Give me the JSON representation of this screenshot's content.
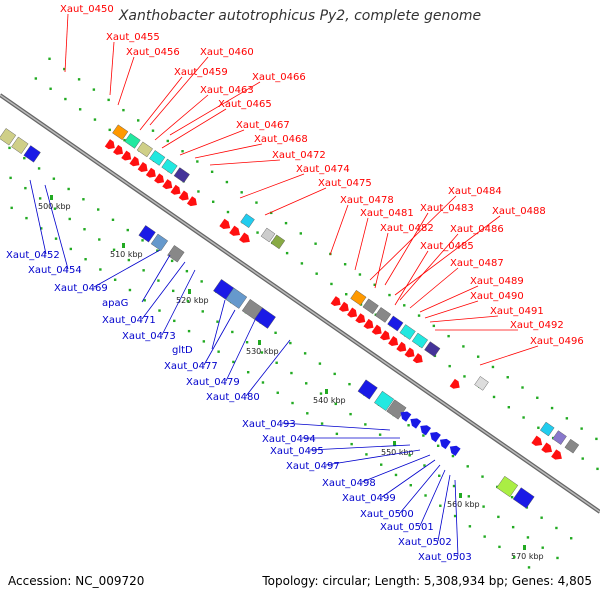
{
  "title": "Xanthobacter autotrophicus Py2, complete genome",
  "footer": {
    "accession": "Accession: NC_009720",
    "summary": "Topology: circular; Length: 5,308,934 bp; Genes: 4,805"
  },
  "colors": {
    "forward_label": "#ff0000",
    "reverse_label": "#0000cc",
    "backbone": "#888888",
    "tick": "#22aa22"
  },
  "ticks": [
    "500 kbp",
    "510 kbp",
    "520 kbp",
    "530 kbp",
    "540 kbp",
    "550 kbp",
    "560 kbp",
    "570 kbp"
  ],
  "forward_labels": [
    "Xaut_0450",
    "Xaut_0455",
    "Xaut_0456",
    "Xaut_0460",
    "Xaut_0459",
    "Xaut_0466",
    "Xaut_0463",
    "Xaut_0465",
    "Xaut_0467",
    "Xaut_0468",
    "Xaut_0472",
    "Xaut_0474",
    "Xaut_0475",
    "Xaut_0478",
    "Xaut_0481",
    "Xaut_0484",
    "Xaut_0483",
    "Xaut_0482",
    "Xaut_0488",
    "Xaut_0486",
    "Xaut_0485",
    "Xaut_0487",
    "Xaut_0489",
    "Xaut_0490",
    "Xaut_0491",
    "Xaut_0492",
    "Xaut_0496"
  ],
  "reverse_labels": [
    "Xaut_0452",
    "Xaut_0454",
    "Xaut_0469",
    "apaG",
    "Xaut_0471",
    "Xaut_0473",
    "gltD",
    "Xaut_0477",
    "Xaut_0479",
    "Xaut_0480",
    "Xaut_0493",
    "Xaut_0494",
    "Xaut_0495",
    "Xaut_0497",
    "Xaut_0498",
    "Xaut_0499",
    "Xaut_0500",
    "Xaut_0501",
    "Xaut_0502",
    "Xaut_0503"
  ]
}
